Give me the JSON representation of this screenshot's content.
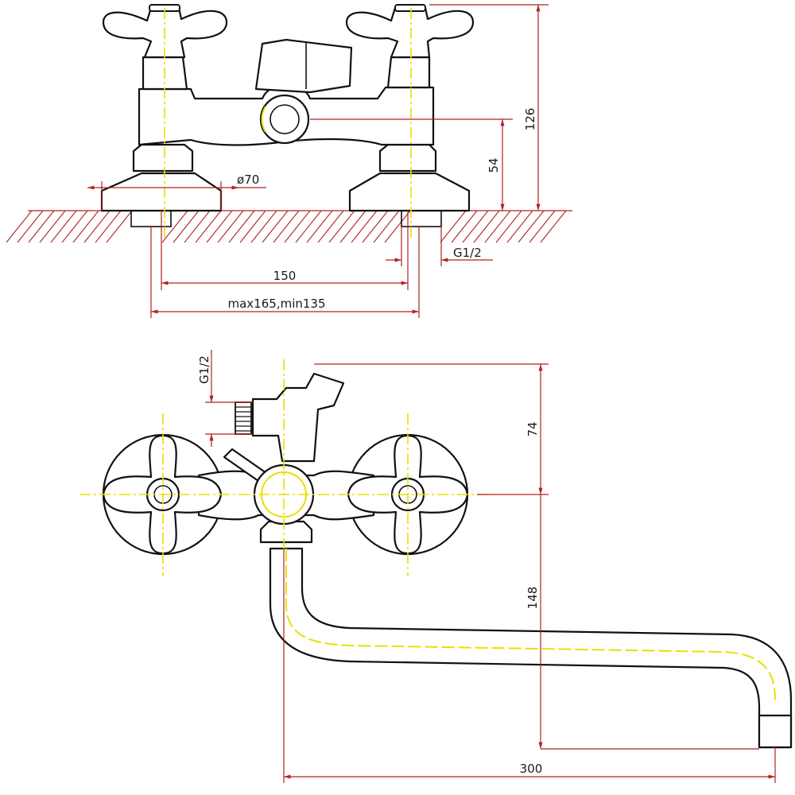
{
  "colors": {
    "outline": "#111111",
    "dimension_line": "#b22222",
    "centerline": "#e8e000",
    "background": "#ffffff"
  },
  "top_view": {
    "dimensions": {
      "flange_diameter": "ø70",
      "total_height": "126",
      "outlet_height": "54",
      "inlet_thread": "G1/2",
      "center_distance": "150",
      "center_range": "max165,min135"
    }
  },
  "front_view": {
    "dimensions": {
      "shower_thread": "G1/2",
      "shower_outlet_height": "74",
      "spout_drop": "148",
      "spout_reach": "300"
    }
  }
}
